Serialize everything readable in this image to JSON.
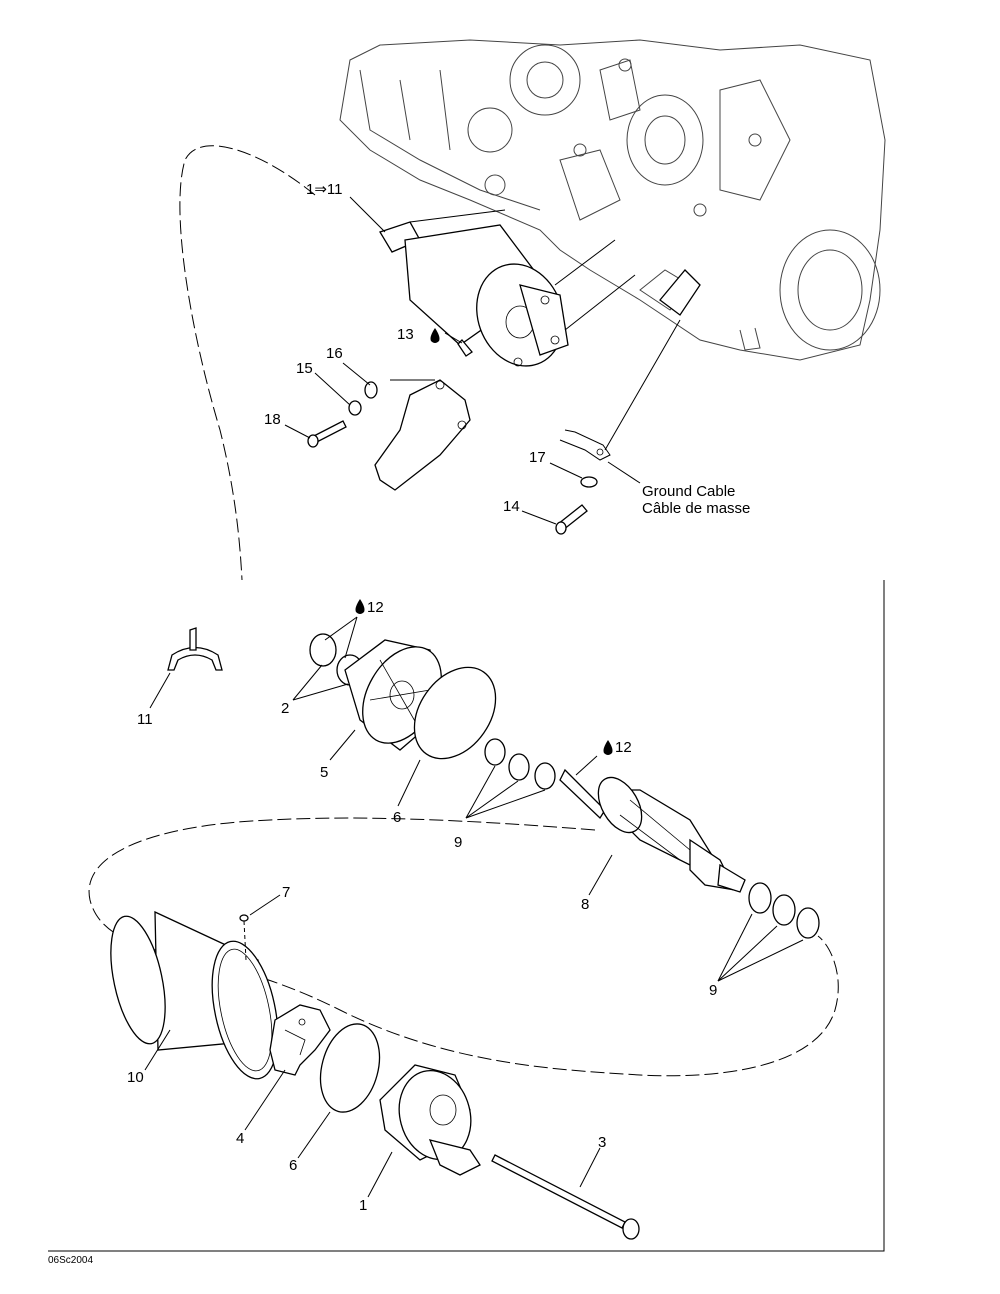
{
  "labels": {
    "starter_assembly": "1⇒11",
    "p13": "13",
    "p16": "16",
    "p15": "15",
    "p18": "18",
    "p17": "17",
    "p14": "14",
    "ground_cable_en": "Ground Cable",
    "ground_cable_fr": "Câble de masse",
    "p12_top": "12",
    "p11": "11",
    "p2": "2",
    "p5": "5",
    "p6_upper": "6",
    "p12_armature": "12",
    "p9_upper": "9",
    "p8": "8",
    "p7": "7",
    "p9_lower": "9",
    "p10": "10",
    "p4": "4",
    "p6_lower": "6",
    "p1": "1",
    "p3": "3"
  },
  "figure_code": "06Sc2004",
  "icons": {
    "lubricant": "oil-drop-icon"
  }
}
